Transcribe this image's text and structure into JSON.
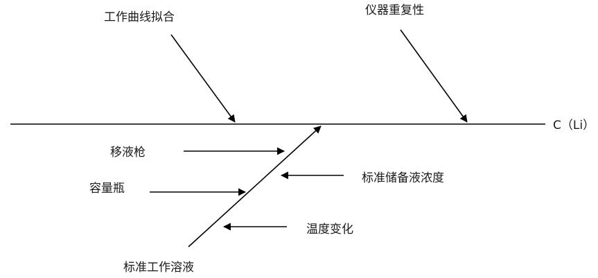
{
  "diagram": {
    "effect": "C（Li）",
    "top_causes": [
      "工作曲线拟合",
      "仪器重复性"
    ],
    "branch": {
      "label": "标准工作溶液",
      "left_causes": [
        "移液枪",
        "容量瓶"
      ],
      "right_causes": [
        "标准储备液浓度",
        "温度变化"
      ]
    }
  }
}
